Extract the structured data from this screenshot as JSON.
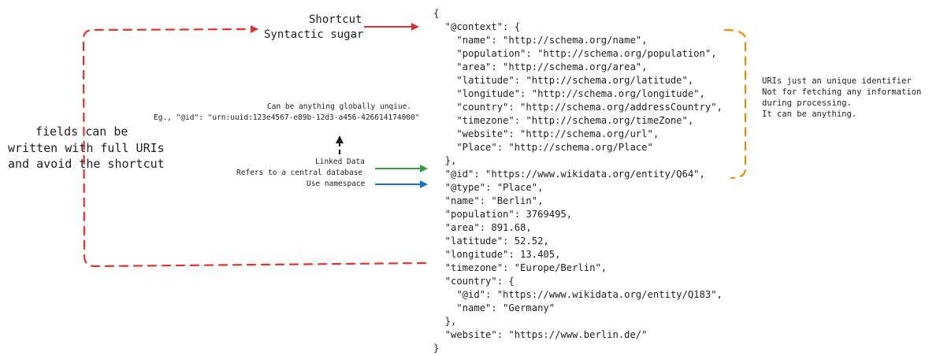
{
  "shortcut": {
    "line1": "Shortcut",
    "line2": "Syntactic sugar"
  },
  "full_uri_note": {
    "line1": "fields can be",
    "line2": "written with full URIs",
    "line3": "and avoid the shortcut"
  },
  "id_note": {
    "line1": "Can be anything globally unqiue.",
    "line2": "Eg., \"@id\": \"urn:uuid:123e4567-e89b-12d3-a456-426614174000\""
  },
  "linked_data": {
    "line1": "Linked Data",
    "line2": "Refers to a central database"
  },
  "namespace_note": "Use namespace",
  "uri_note": {
    "line1": "URIs just an unique identifier",
    "line2": "Not for fetching any information",
    "line3": "during processing.",
    "line4": "It can be anything."
  },
  "json_lines": [
    "{",
    "  \"@context\": {",
    "    \"name\": \"http://schema.org/name\",",
    "    \"population\": \"http://schema.org/population\",",
    "    \"area\": \"http://schema.org/area\",",
    "    \"latitude\": \"http://schema.org/latitude\",",
    "    \"longitude\": \"http://schema.org/longitude\",",
    "    \"country\": \"http://schema.org/addressCountry\",",
    "    \"timezone\": \"http://schema.org/timeZone\",",
    "    \"website\": \"http://schema.org/url\",",
    "    \"Place\": \"http://schema.org/Place\"",
    "  },",
    "  \"@id\": \"https://www.wikidata.org/entity/Q64\",",
    "  \"@type\": \"Place\",",
    "  \"name\": \"Berlin\",",
    "  \"population\": 3769495,",
    "  \"area\": 891.68,",
    "  \"latitude\": 52.52,",
    "  \"longitude\": 13.405,",
    "  \"timezone\": \"Europe/Berlin\",",
    "  \"country\": {",
    "    \"@id\": \"https://www.wikidata.org/entity/Q183\",",
    "    \"name\": \"Germany\"",
    "  },",
    "  \"website\": \"https://www.berlin.de/\"",
    "}"
  ],
  "colors": {
    "red": "#e03131",
    "green": "#2f9e44",
    "blue": "#1971c2",
    "orange": "#f08c00",
    "ink": "#1e1e1e"
  }
}
